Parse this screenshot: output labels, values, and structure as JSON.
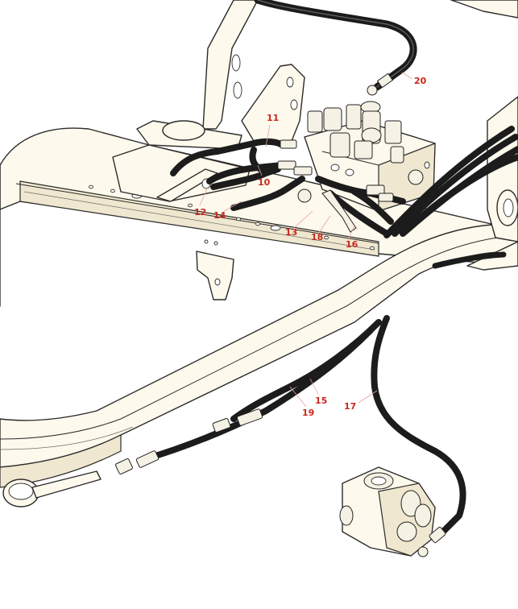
{
  "callouts": [
    {
      "id": "10",
      "label": "10"
    },
    {
      "id": "11",
      "label": "11"
    },
    {
      "id": "12",
      "label": "12"
    },
    {
      "id": "13",
      "label": "13"
    },
    {
      "id": "14",
      "label": "14"
    },
    {
      "id": "15",
      "label": "15"
    },
    {
      "id": "16",
      "label": "16"
    },
    {
      "id": "17",
      "label": "17"
    },
    {
      "id": "18",
      "label": "18"
    },
    {
      "id": "19",
      "label": "19"
    },
    {
      "id": "20",
      "label": "20"
    }
  ],
  "colors": {
    "frame_fill": "#fdf9ec",
    "outline": "#2b2b2b",
    "hose": "#1c1c1c",
    "callout_text": "#c8281e",
    "leader_line": "#e5a39a"
  }
}
